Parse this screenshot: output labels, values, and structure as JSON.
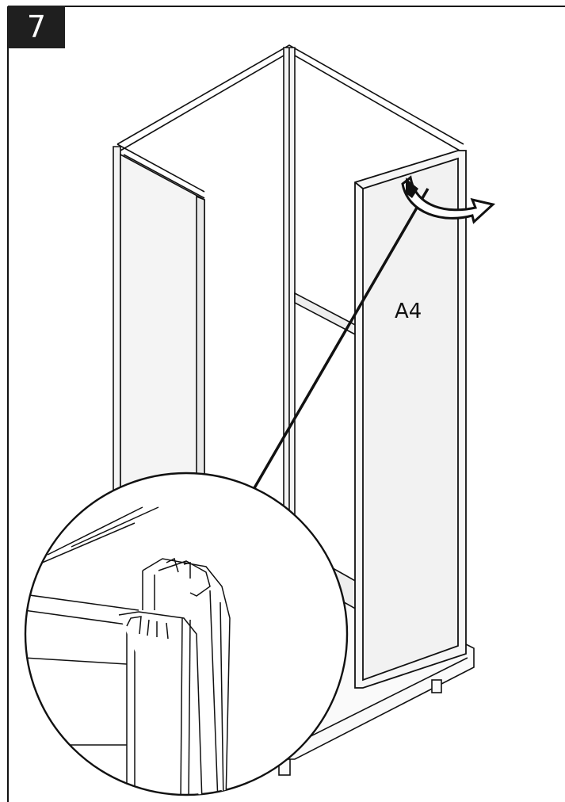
{
  "step": {
    "number": "7"
  },
  "labels": {
    "part": "A4"
  },
  "icons": {
    "rotate_arrow": "curved-rotate-arrow-icon",
    "zoom_callout": "magnified-detail-callout"
  },
  "colors": {
    "line": "#111111",
    "panel_fill": "#f4f4f4",
    "badge_bg": "#1f1f1f",
    "badge_text": "#ffffff"
  }
}
